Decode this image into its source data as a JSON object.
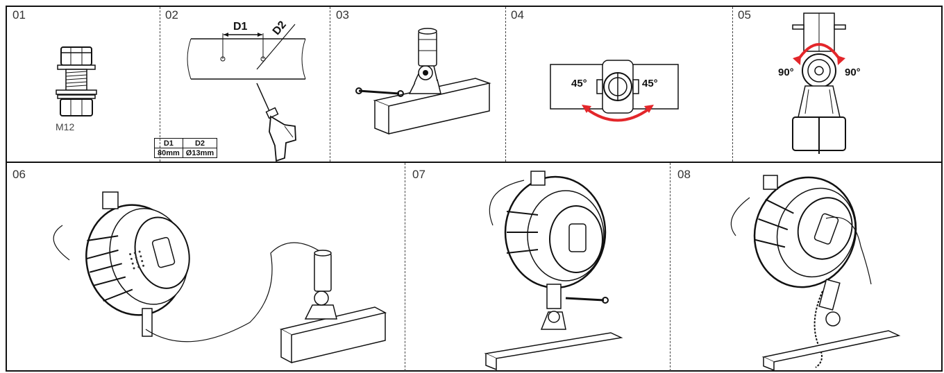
{
  "steps": {
    "s01": "01",
    "s02": "02",
    "s03": "03",
    "s04": "04",
    "s05": "05",
    "s06": "06",
    "s07": "07",
    "s08": "08"
  },
  "step01": {
    "bolt_label": "M12"
  },
  "step02": {
    "d1_label": "D1",
    "d2_label": "D2",
    "table": {
      "headers": [
        "D1",
        "D2"
      ],
      "values": [
        "80mm",
        "Ø13mm"
      ]
    }
  },
  "step04": {
    "angle_left": "45°",
    "angle_right": "45°"
  },
  "step05": {
    "angle_left": "90°",
    "angle_right": "90°"
  },
  "colors": {
    "arrow": "#e3262a",
    "line": "#111111"
  }
}
